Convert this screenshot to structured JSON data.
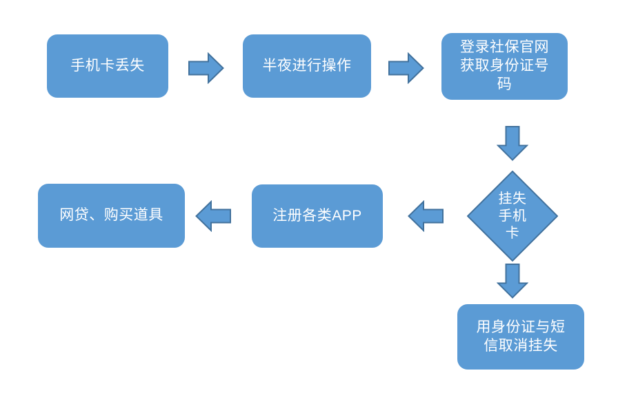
{
  "colors": {
    "shape_fill": "#5B9BD5",
    "arrow_fill": "#5B9BD5",
    "arrow_border": "#41719C",
    "label_color": "#FFFFFF",
    "canvas_bg": "#FFFFFF"
  },
  "flowchart": {
    "nodes": [
      {
        "id": "phone-card-lost",
        "shape": "rounded-rect",
        "label": "手机卡丢失"
      },
      {
        "id": "operate-at-midnight",
        "shape": "rounded-rect",
        "label": "半夜进行操作"
      },
      {
        "id": "get-id-number",
        "shape": "rounded-rect",
        "label": "登录社保官网\n获取身份证号\n码"
      },
      {
        "id": "report-loss-sim",
        "shape": "diamond",
        "label": "挂失\n手机\n卡"
      },
      {
        "id": "register-apps",
        "shape": "rounded-rect",
        "label": "注册各类APP"
      },
      {
        "id": "loans-buy-items",
        "shape": "rounded-rect",
        "label": "网贷、购买道具"
      },
      {
        "id": "cancel-loss-report",
        "shape": "rounded-rect",
        "label": "用身份证与短\n信取消挂失"
      }
    ],
    "connectors": [
      {
        "from": "phone-card-lost",
        "to": "operate-at-midnight",
        "direction": "right"
      },
      {
        "from": "operate-at-midnight",
        "to": "get-id-number",
        "direction": "right"
      },
      {
        "from": "get-id-number",
        "to": "report-loss-sim",
        "direction": "down"
      },
      {
        "from": "report-loss-sim",
        "to": "register-apps",
        "direction": "left"
      },
      {
        "from": "register-apps",
        "to": "loans-buy-items",
        "direction": "left"
      },
      {
        "from": "report-loss-sim",
        "to": "cancel-loss-report",
        "direction": "down"
      }
    ]
  }
}
